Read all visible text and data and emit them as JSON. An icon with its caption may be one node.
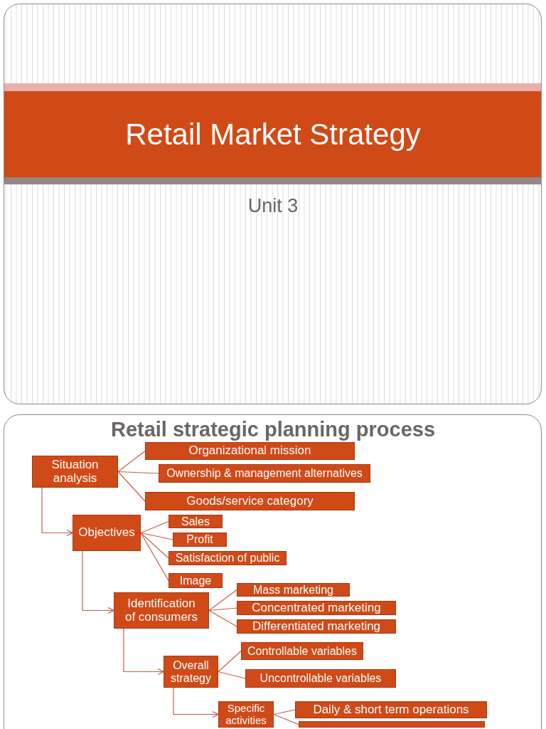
{
  "diagram": {
    "title": "Retail Market Strategy",
    "nodes": [
      {
        "text": [
          "Situation analysis"
        ]
      },
      {
        "text": [
          "Organizational mission"
        ]
      },
      {
        "text": [
          "Ownership & management alternatives"
        ]
      },
      {
        "text": [
          "Goods/service category"
        ]
      },
      {
        "text": [
          "Objectives"
        ]
      },
      {
        "text": [
          "Sales"
        ]
      },
      {
        "text": [
          "Profit"
        ]
      },
      {
        "text": [
          "Satisfaction of public"
        ]
      },
      {
        "text": [
          "Image"
        ]
      },
      {
        "text": [
          "Identification of consumers"
        ]
      },
      {
        "text": [
          "Mass marketing"
        ]
      },
      {
        "text": [
          "Concentrated marketing"
        ]
      },
      {
        "text": [
          "Differentiated marketing"
        ]
      },
      {
        "text": [
          "Overall strategy"
        ]
      },
      {
        "text": [
          "Controllable variables"
        ]
      },
      {
        "text": [
          "Uncontrollable variables"
        ]
      },
      {
        "text": [
          "Specific activities"
        ]
      },
      {
        "text": [
          "Daily & short term operations"
        ]
      },
      {
        "text": [],
        "shape": "box"
      }
    ],
    "edges": [
      {
        "from": 0,
        "to": 1,
        "arrow": "none"
      },
      {
        "from": 0,
        "to": 2,
        "arrow": "none"
      },
      {
        "from": 0,
        "to": 3,
        "arrow": "none"
      },
      {
        "from": 0,
        "to": 4,
        "arrow": "to"
      },
      {
        "from": 4,
        "to": 5,
        "arrow": "none"
      },
      {
        "from": 4,
        "to": 6,
        "arrow": "none"
      },
      {
        "from": 4,
        "to": 7,
        "arrow": "none"
      },
      {
        "from": 4,
        "to": 8,
        "arrow": "none"
      },
      {
        "from": 4,
        "to": 9,
        "arrow": "to"
      },
      {
        "from": 9,
        "to": 10,
        "arrow": "none"
      },
      {
        "from": 9,
        "to": 11,
        "arrow": "none"
      },
      {
        "from": 9,
        "to": 12,
        "arrow": "none"
      },
      {
        "from": 9,
        "to": 13,
        "arrow": "to"
      },
      {
        "from": 13,
        "to": 14,
        "arrow": "none"
      },
      {
        "from": 13,
        "to": 15,
        "arrow": "none"
      },
      {
        "from": 13,
        "to": 16,
        "arrow": "to"
      },
      {
        "from": 16,
        "to": 17,
        "arrow": "none"
      },
      {
        "from": 16,
        "to": 18,
        "arrow": "none"
      }
    ],
    "labels": [
      "Unit 3",
      "Retail strategic planning process"
    ]
  }
}
